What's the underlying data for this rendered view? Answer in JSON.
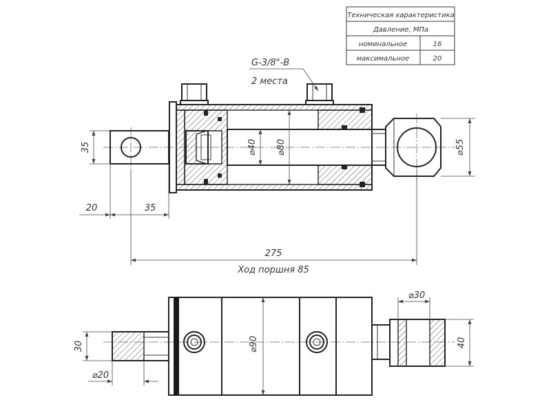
{
  "spec_table": {
    "title": "Техническая характеристика",
    "rows": [
      {
        "label": "Давление, МПа",
        "value": ""
      },
      {
        "label": "номинальное",
        "value": "16"
      },
      {
        "label": "максимальное",
        "value": "20"
      }
    ]
  },
  "thread_callout": {
    "thread": "G-3/8\"-B",
    "places": "2 места"
  },
  "dimensions": {
    "pin_height": "35",
    "offset_a": "20",
    "offset_b": "35",
    "rod_dia": "⌀40",
    "bore_dia": "⌀80",
    "eye_dia": "⌀55",
    "overall_length": "275",
    "stroke": "Ход поршня 85",
    "lug_width": "30",
    "lug_bore": "⌀20",
    "body_dia": "⌀90",
    "rod_end_dia": "⌀30",
    "rod_end_len": "40"
  }
}
